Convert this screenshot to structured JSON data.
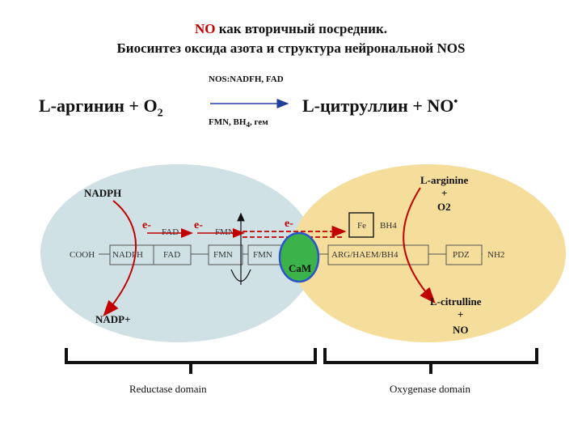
{
  "title": {
    "line1_red": "NO",
    "line1_rest": " как вторичный посредник.",
    "line2": "Биосинтез  оксида  азота  и структура  нейрональной  NOS"
  },
  "reaction": {
    "left": "L-аргинин  +  O",
    "left_sub": "2",
    "right": "L-цитруллин  +  NO",
    "right_sup": "•",
    "cofactors_top": "NOS:NADFH, FAD",
    "cofactors_bottom_a": "FMN, BH",
    "cofactors_bottom_sub": "4",
    "cofactors_bottom_b": ", гем"
  },
  "diagram": {
    "nadph": "NADPH",
    "nadp_plus": "NADP+",
    "e1": "e-",
    "e2": "e-",
    "e3": "e-",
    "fad_float": "FAD",
    "fmn_float": "FMN",
    "cooh": "COOH",
    "boxes": [
      "NADPH",
      "FAD",
      "FMN",
      "FMN"
    ],
    "cam": "CaM",
    "fe": "Fe",
    "bh4": "BH4",
    "arg_box": "ARG/HAEM/BH4",
    "pdz": "PDZ",
    "nh2": "NH2",
    "larginine": "L-arginine",
    "plus1": "+",
    "o2": "O2",
    "lcitrulline": "L-citrulline",
    "plus2": "+",
    "no": "NO",
    "reductase": "Reductase domain",
    "oxygenase": "Oxygenase domain"
  },
  "colors": {
    "red": "#c00000",
    "blue_ellipse": "#cfe1e4",
    "orange_ellipse": "#f5dd9b",
    "cam_green": "#3cb34a",
    "cam_ring": "#2b55c8"
  }
}
